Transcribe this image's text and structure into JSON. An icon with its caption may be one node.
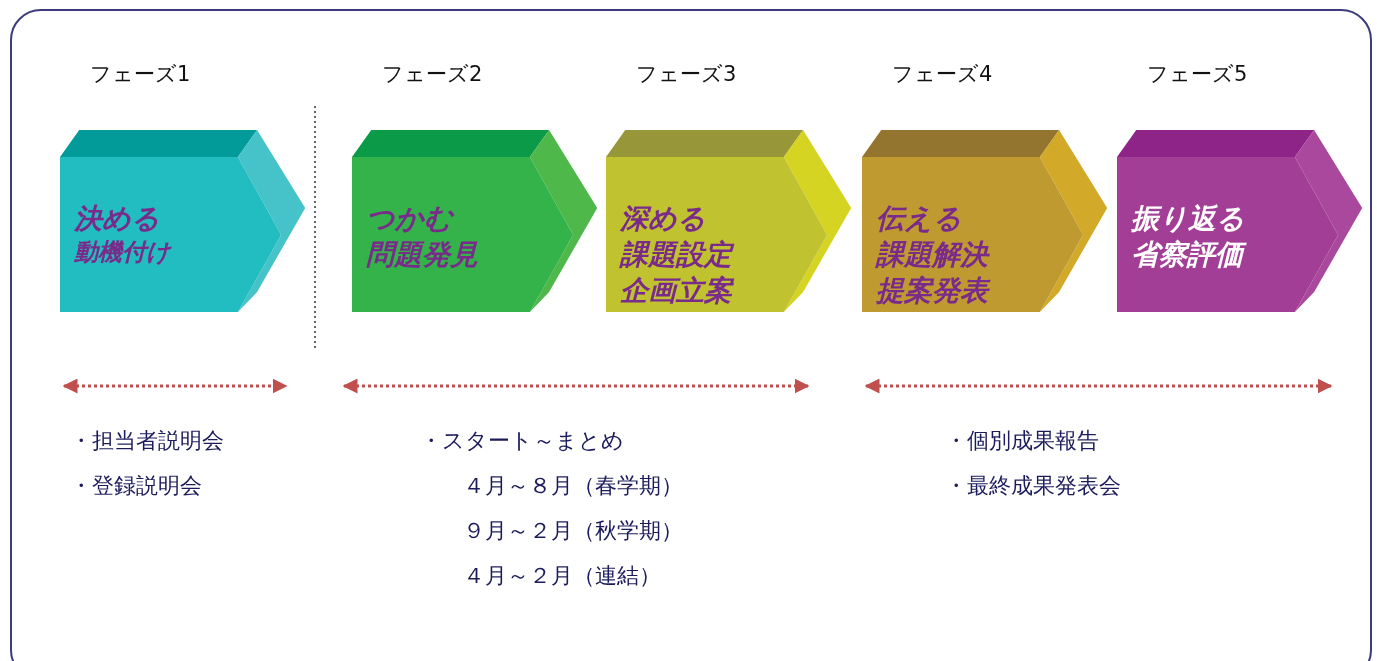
{
  "diagram": {
    "nodes": [
      {
        "text": [
          "フェーズ1",
          "決める",
          "動機付け"
        ]
      },
      {
        "text": [
          "フェーズ2",
          "つかむ",
          "問題発見"
        ]
      },
      {
        "text": [
          "フェーズ3",
          "深める",
          "課題設定",
          "企画立案"
        ]
      },
      {
        "text": [
          "フェーズ4",
          "伝える",
          "課題解決",
          "提案発表"
        ]
      },
      {
        "text": [
          "フェーズ5",
          "振り返る",
          "省察評価"
        ]
      }
    ],
    "edges": [],
    "labels": [
      "・担当者説明会",
      "・登録説明会",
      "・スタート～まとめ",
      "４月～８月（春学期）",
      "９月～２月（秋学期）",
      "４月～２月（連結）",
      "・個別成果報告",
      "・最終成果発表会"
    ]
  }
}
